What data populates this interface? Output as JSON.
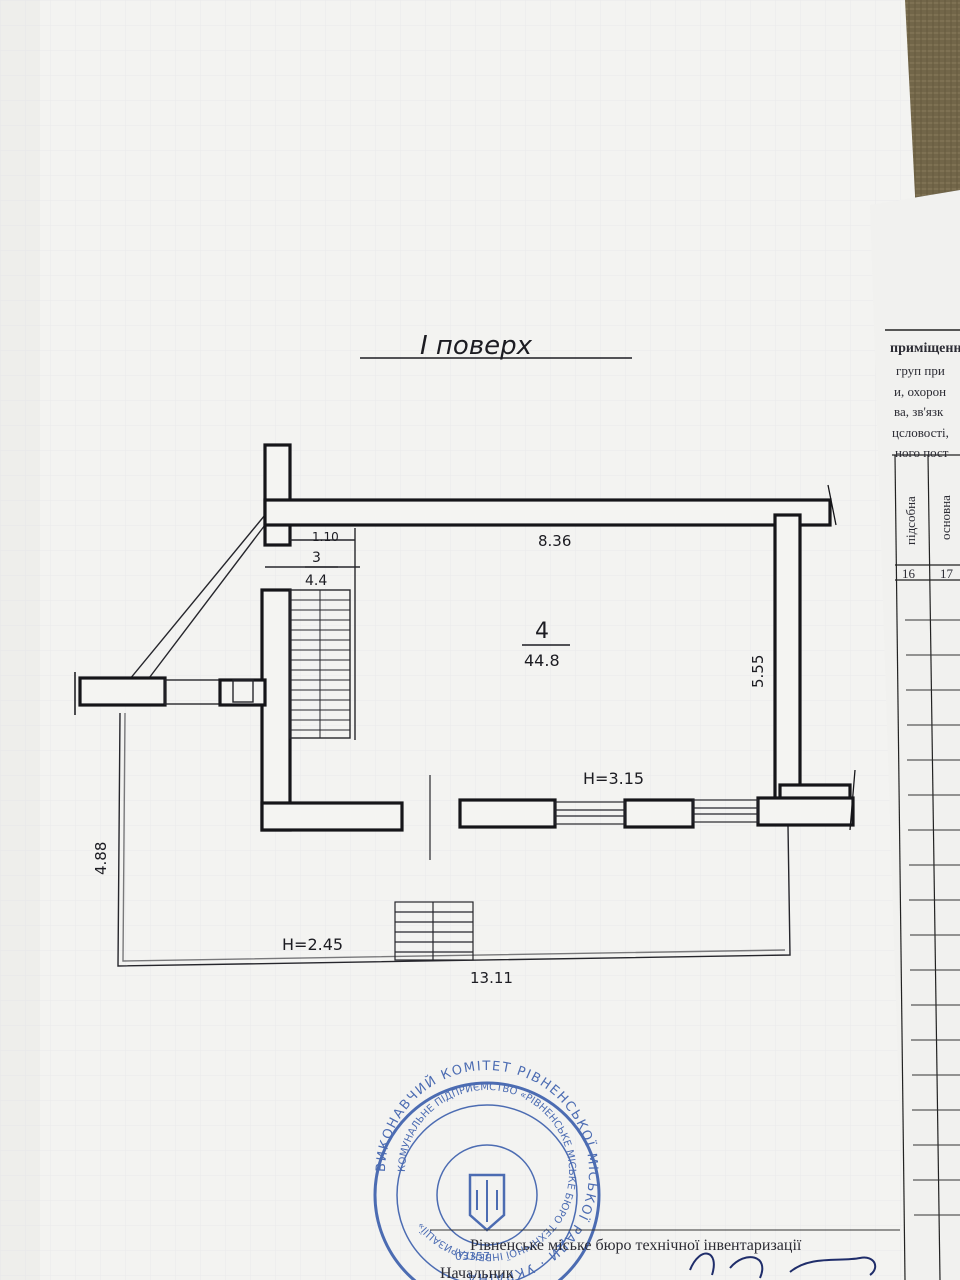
{
  "document": {
    "title": "І поверх",
    "room_3": {
      "number": "3",
      "area": "4.4",
      "width": "1.10"
    },
    "room_4": {
      "number": "4",
      "area": "44.8",
      "width": "8.36",
      "depth": "5.55",
      "height": "H=3.15"
    },
    "terrace": {
      "depth": "4.88",
      "width": "13.11",
      "height": "H=2.45"
    }
  },
  "side_sheet": {
    "header": "приміщенн",
    "lines": [
      "груп при",
      "и, охорон",
      "ва, зв'язк",
      "цсловості,",
      "ного пост"
    ],
    "col1": "підсобна",
    "col2": "основна",
    "num1": "16",
    "num2": "17"
  },
  "stamp": {
    "ring_text": "ВИКОНАВЧИЙ КОМІТЕТ РІВНЕНСЬКОЇ МІСЬКОЇ РАДИ · УКРАЇНА",
    "inner_text": "КОМУНАЛЬНЕ ПІДПРИЄМСТВО «РІВНЕНСЬКЕ МІСЬКЕ БЮРО ТЕХНІЧНОЇ ІНВЕНТАРИЗАЦІЇ»",
    "code": "03357"
  },
  "footer": {
    "bureau": "Рівненське міське бюро технічної інвентаризації",
    "head": "Начальник"
  },
  "colors": {
    "paper": "#f4f4f2",
    "ink": "#151519",
    "stamp": "#2f55a8",
    "background": "#3b3a36"
  }
}
